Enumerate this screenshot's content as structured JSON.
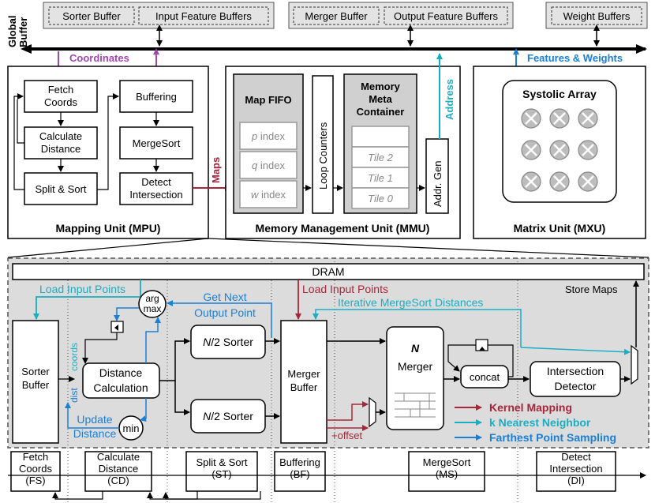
{
  "global_buffer": {
    "label": "Global\nBuffer",
    "sorter_buffer": "Sorter Buffer",
    "input_feature_buffers": "Input Feature Buffers",
    "merger_buffer": "Merger Buffer",
    "output_feature_buffers": "Output Feature Buffers",
    "weight_buffers": "Weight Buffers"
  },
  "bus_labels": {
    "coordinates": "Coordinates",
    "features_weights": "Features & Weights",
    "address": "Address",
    "maps": "Maps"
  },
  "mpu": {
    "title": "Mapping Unit (MPU)",
    "fetch_coords": "Fetch Coords",
    "calculate_distance": "Calculate Distance",
    "split_sort": "Split & Sort",
    "buffering": "Buffering",
    "mergesort": "MergeSort",
    "detect_intersection": "Detect Intersection"
  },
  "mmu": {
    "title": "Memory Management Unit (MMU)",
    "map_fifo": "Map FIFO",
    "p_index": "p index",
    "q_index": "q index",
    "w_index": "w index",
    "loop_counters": "Loop Counters",
    "meta_container": "Memory Meta Container",
    "tile2": "Tile 2",
    "tile1": "Tile 1",
    "tile0": "Tile 0",
    "addr_gen": "Addr. Gen"
  },
  "mxu": {
    "title": "Matrix Unit (MXU)",
    "systolic_array": "Systolic Array",
    "pe_symbol": "⊗"
  },
  "detail": {
    "dram": "DRAM",
    "load_input_points_left": "Load Input Points",
    "load_input_points_mid": "Load Input Points",
    "store_maps": "Store Maps",
    "get_next_output_point": "Get Next Output Point",
    "iterative_mergesort": "Iterative MergeSort Distances",
    "argmax": "arg max",
    "min": "min",
    "sorter_buffer": "Sorter Buffer",
    "coords": "coords",
    "dist": "dist",
    "distance_calculation": "Distance Calculation",
    "update_distance": "Update Distance",
    "n2_sorter_top": "N/2 Sorter",
    "n2_sorter_bottom": "N/2 Sorter",
    "merger_buffer": "Merger Buffer",
    "offset": "+offset",
    "n_merger": "N Merger",
    "concat": "concat",
    "intersection_detector": "Intersection Detector"
  },
  "legend": [
    {
      "label": "Kernel Mapping",
      "color": "#a8263a"
    },
    {
      "label": "k Nearest Neighbor",
      "color": "#1aaec4"
    },
    {
      "label": "Farthest Point Sampling",
      "color": "#1b7fd6"
    }
  ],
  "pipeline": [
    {
      "name": "Fetch Coords",
      "abbr": "(FS)"
    },
    {
      "name": "Calculate Distance",
      "abbr": "(CD)"
    },
    {
      "name": "Split & Sort",
      "abbr": "(ST)"
    },
    {
      "name": "Buffering",
      "abbr": "(BF)"
    },
    {
      "name": "MergeSort",
      "abbr": "(MS)"
    },
    {
      "name": "Detect Intersection",
      "abbr": "(DI)"
    }
  ]
}
